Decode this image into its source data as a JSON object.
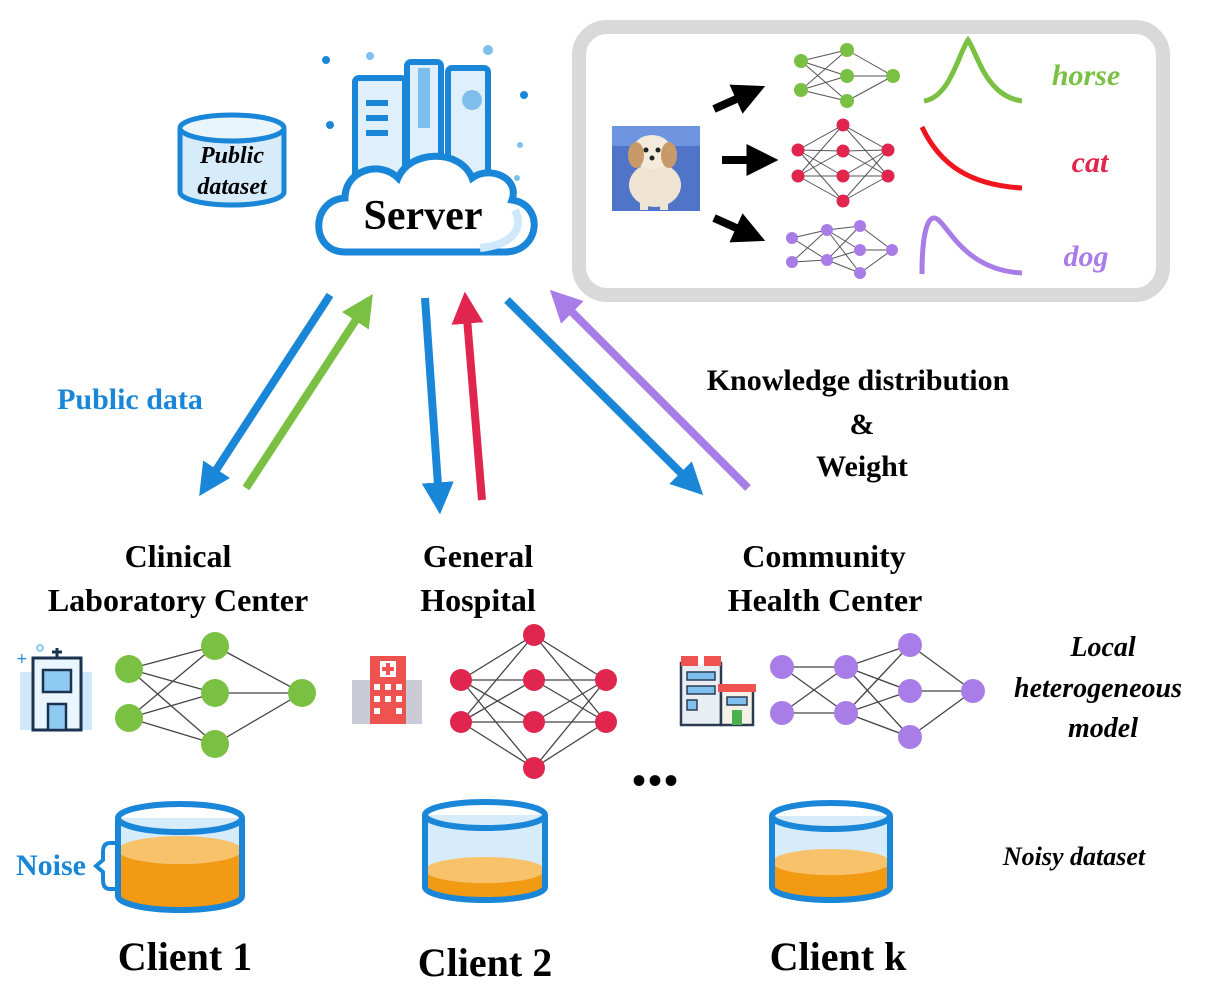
{
  "server": {
    "label": "Server"
  },
  "public_dataset": {
    "line1": "Public",
    "line2": "dataset"
  },
  "inset": {
    "outputs": [
      {
        "label": "horse",
        "color": "#7ac143"
      },
      {
        "label": "cat",
        "color": "#e0264e"
      },
      {
        "label": "dog",
        "color": "#a97de8"
      }
    ]
  },
  "flows": {
    "public_data_label": "Public data",
    "knowledge_line1": "Knowledge distribution",
    "knowledge_line2": "&",
    "knowledge_line3": "Weight"
  },
  "clients": [
    {
      "org_line1": "Clinical",
      "org_line2": "Laboratory Center",
      "name": "Client 1",
      "color": "#7ac143"
    },
    {
      "org_line1": "General",
      "org_line2": "Hospital",
      "name": "Client 2",
      "color": "#e0264e"
    },
    {
      "org_line1": "Community",
      "org_line2": "Health Center",
      "name": "Client k",
      "color": "#a97de8"
    }
  ],
  "side_labels": {
    "local_line1": "Local",
    "local_line2": "heterogeneous",
    "local_line3": "model",
    "noisy_dataset": "Noisy dataset",
    "noise": "Noise",
    "ellipsis": "•••"
  },
  "colors": {
    "server_blue": "#1a86d8",
    "light_blue": "#cfe9fb",
    "orange": "#f29a12",
    "light_orange": "#f8c26a"
  }
}
